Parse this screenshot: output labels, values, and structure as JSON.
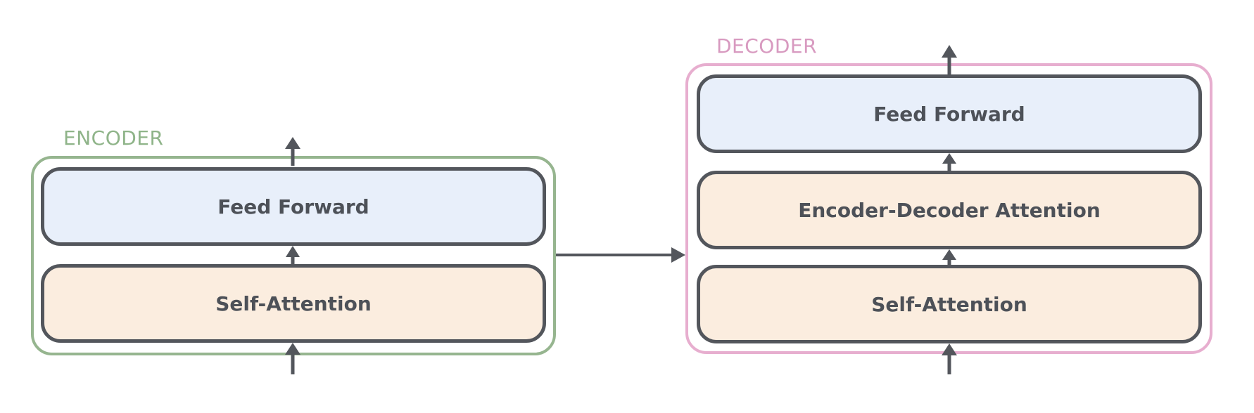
{
  "colors": {
    "encoder_border": "#96b58f",
    "encoder_label": "#8fb489",
    "decoder_border": "#e7aecf",
    "decoder_label": "#d89ac0",
    "block_border": "#53565c",
    "feed_forward_fill": "#e8effa",
    "attention_fill": "#fbeddf",
    "arrow": "#53565c",
    "text": "#4d5158"
  },
  "encoder": {
    "label": "ENCODER",
    "blocks": {
      "feed_forward": "Feed Forward",
      "self_attention": "Self-Attention"
    }
  },
  "decoder": {
    "label": "DECODER",
    "blocks": {
      "feed_forward": "Feed Forward",
      "encoder_decoder_attention": "Encoder-Decoder Attention",
      "self_attention": "Self-Attention"
    }
  }
}
